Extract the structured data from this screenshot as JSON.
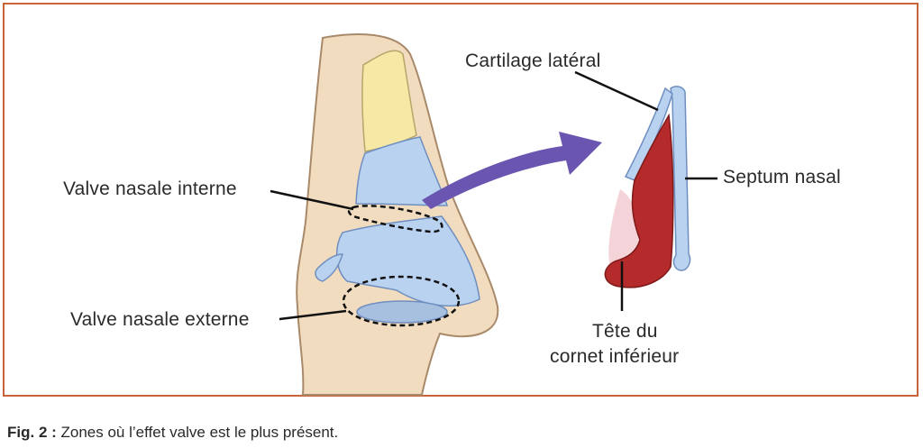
{
  "labels": {
    "cartilage": "Cartilage latéral",
    "septum": "Septum nasal",
    "valve_interne": "Valve nasale interne",
    "valve_externe": "Valve nasale externe",
    "tete_line1": "Tête du",
    "tete_line2": "cornet inférieur"
  },
  "caption": {
    "number": "Fig. 2 :",
    "text": " Zones où l’effet valve est le plus présent."
  },
  "colors": {
    "frame": "#c8643a",
    "skin": "#f2dcc0",
    "bone": "#f6e9a6",
    "cartilage": "#b9d2f0",
    "turbinate": "#b52a2a",
    "arrow": "#6a55b0"
  }
}
